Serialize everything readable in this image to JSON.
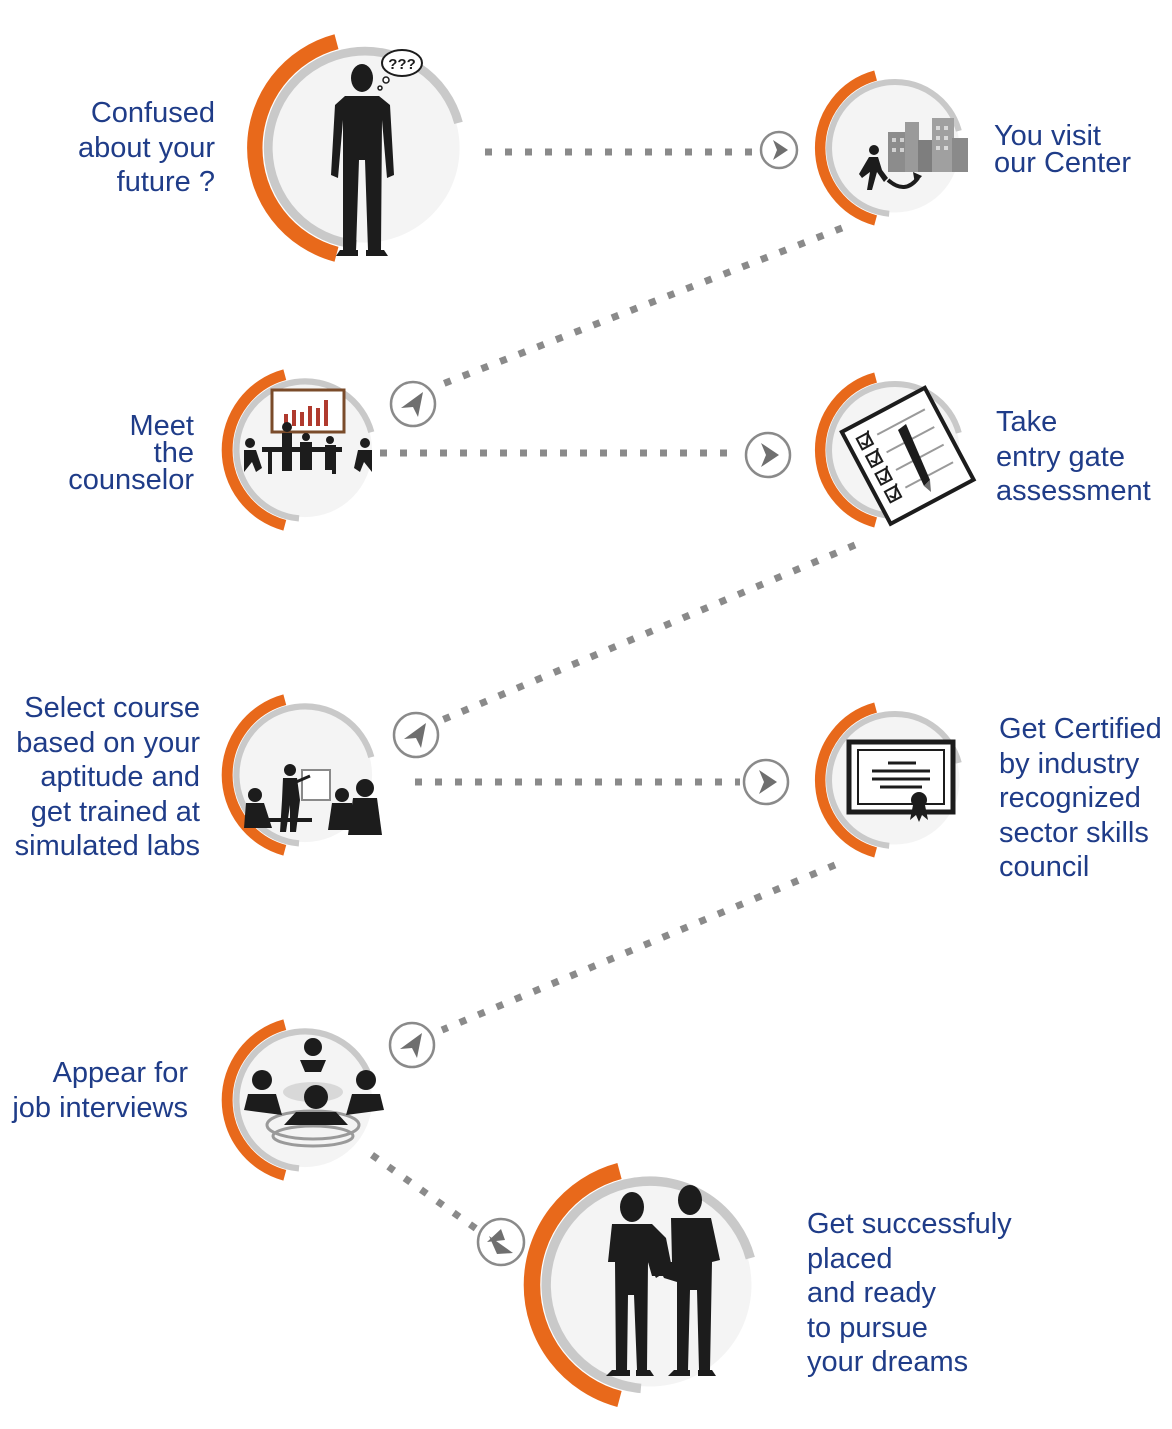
{
  "colors": {
    "orange": "#e8691b",
    "ring_grey": "#c9c9c9",
    "disc": "#f4f4f4",
    "dots": "#8a8a8a",
    "text": "#1f3c88",
    "silhouette": "#1c1c1c"
  },
  "steps": [
    {
      "id": "step1",
      "lines": [
        "Confused",
        "about your",
        "future ?"
      ],
      "icon": "confused-person-icon"
    },
    {
      "id": "step2",
      "lines": [
        "You visit",
        "our Center"
      ],
      "icon": "visit-center-icon"
    },
    {
      "id": "step3",
      "lines": [
        "Meet",
        "the",
        "counselor"
      ],
      "icon": "counselor-meeting-icon"
    },
    {
      "id": "step4",
      "lines": [
        "Take",
        "entry gate",
        "assessment"
      ],
      "icon": "assessment-checklist-icon"
    },
    {
      "id": "step5",
      "lines": [
        "Select course",
        "based on your",
        "aptitude and",
        "get trained at",
        "simulated labs"
      ],
      "icon": "training-lab-icon"
    },
    {
      "id": "step6",
      "lines": [
        "Get Certified",
        "by industry",
        "recognized",
        "sector skills",
        "council"
      ],
      "icon": "certificate-icon"
    },
    {
      "id": "step7",
      "lines": [
        "Appear for",
        "job interviews"
      ],
      "icon": "job-interview-icon"
    },
    {
      "id": "step8",
      "lines": [
        "Get successfuly",
        "placed",
        "and ready",
        "to pursue",
        "your dreams"
      ],
      "icon": "handshake-icon"
    }
  ]
}
